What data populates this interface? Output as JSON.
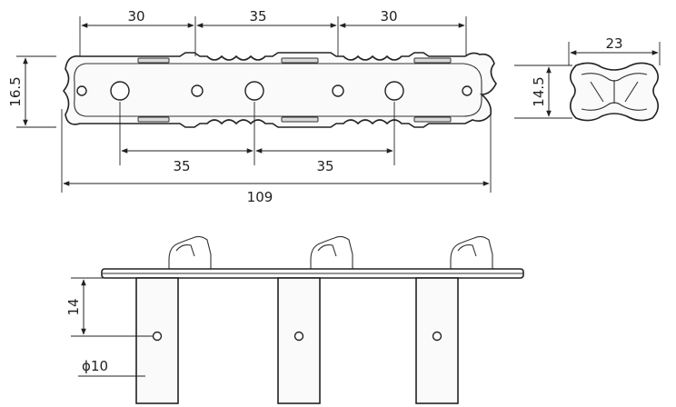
{
  "dimensions": {
    "top_left": "30",
    "top_mid": "35",
    "top_right": "30",
    "height_left": "16.5",
    "bottom_left": "35",
    "bottom_right": "35",
    "overall_length": "109",
    "end_width": "23",
    "end_height": "14.5",
    "prong_depth": "14",
    "prong_diameter": "ϕ10"
  }
}
